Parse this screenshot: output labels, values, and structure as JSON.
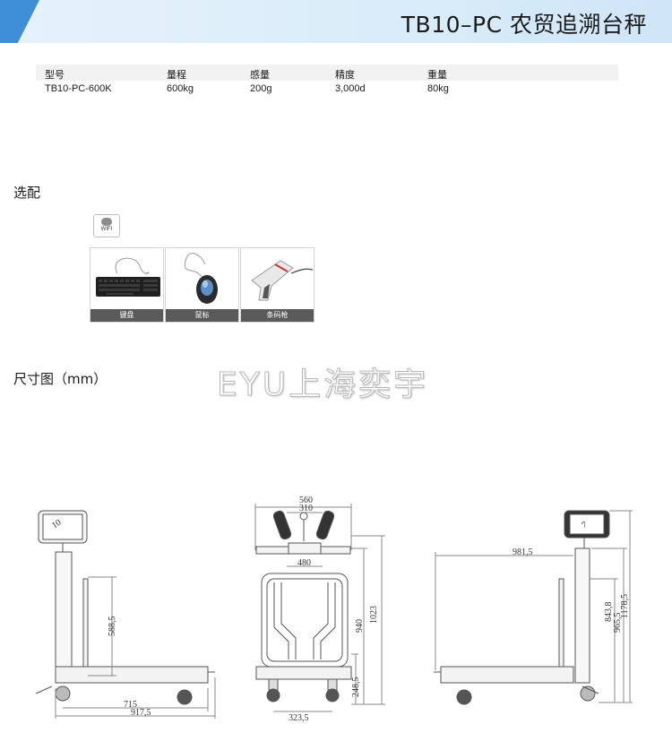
{
  "header": {
    "title": "TB10–PC 农贸追溯台秤"
  },
  "specs": {
    "headers": [
      "型号",
      "量程",
      "感量",
      "精度",
      "重量"
    ],
    "values": [
      "TB10-PC-600K",
      "600kg",
      "200g",
      "3,000d",
      "80kg"
    ]
  },
  "options_section": {
    "title": "选配",
    "badge": "WIFI",
    "items": [
      {
        "label": "键盘",
        "icon": "keyboard-icon"
      },
      {
        "label": "鼠标",
        "icon": "mouse-icon"
      },
      {
        "label": "条码枪",
        "icon": "barcode-scanner-icon"
      }
    ]
  },
  "watermark": "EYU上海奕宇",
  "dimensions_section": {
    "title": "尺寸图（mm）",
    "side_view": {
      "screen": "10",
      "height": "588,5",
      "platform": "715",
      "overall": "917,5"
    },
    "front_view": {
      "top_width": "560",
      "handle_width": "310",
      "inner_width": "480",
      "frame_height": "940",
      "total_height": "1023",
      "base_height": "248,5",
      "wheel_span": "323,5"
    },
    "rear_view": {
      "length": "981,5",
      "screen": "7",
      "h1": "843,8",
      "h2": "965,5",
      "h3": "1178,5"
    }
  }
}
